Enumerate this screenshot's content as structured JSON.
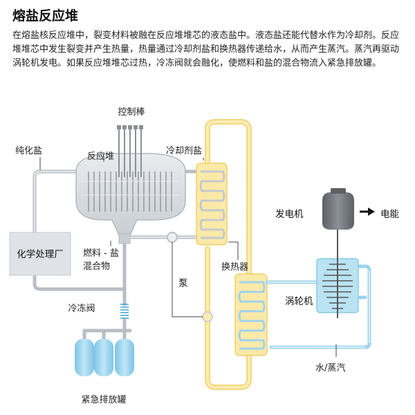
{
  "header": {
    "title": "熔盐反应堆",
    "description": "在熔盐核反应堆中，裂变材料被融在反应堆堆芯的液态盐中。液态盐还能代替水作为冷却剂。反应堆堆芯中发生裂变并产生热量，热量通过冷却剂盐和换热器传递给水，从而产生蒸汽。蒸汽再驱动涡轮机发电。如果反应堆堆芯过热，冷冻阀就会融化，使燃料和盐的混合物流入紧急排放罐。"
  },
  "labels": {
    "control_rods": "控制棒",
    "purified_salt": "纯化盐",
    "reactor": "反应堆",
    "coolant_salt": "冷却剂盐",
    "chemical_plant": "化学处理厂",
    "fuel_salt_line1": "燃料 - 盐",
    "fuel_salt_line2": "混合物",
    "pump": "泵",
    "heat_exchanger": "换热器",
    "freeze_valve": "冷冻阀",
    "drain_tanks": "紧急排放罐",
    "generator": "发电机",
    "electricity": "电能",
    "turbine": "涡轮机",
    "water_steam": "水/蒸汽"
  },
  "colors": {
    "pipe_gray": "#b9bec4",
    "coolant_yellow": "#f5dc8a",
    "coolant_fill": "#fbe9a8",
    "water_blue": "#b9e3f2",
    "tank_blue": "#9fd3ec",
    "generator_gray": "#6e7378"
  }
}
